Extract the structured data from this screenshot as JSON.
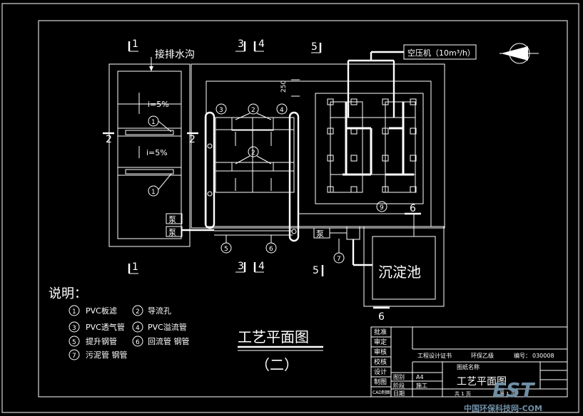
{
  "labels": {
    "drain_inlet": "接排水沟",
    "air_compressor": "空压机（10m³/h）",
    "sedimentation_tank": "沉淀池",
    "slope_top": "i=5%",
    "slope_mid": "i=5%",
    "pump_top": "泵",
    "pump_bottom": "泵",
    "pump_right": "泵",
    "dim_250": "250"
  },
  "section_marks": [
    "1",
    "1",
    "1",
    "1",
    "2",
    "2",
    "3",
    "3",
    "4",
    "4",
    "5",
    "5",
    "6",
    "6"
  ],
  "callouts": [
    "1",
    "1",
    "2",
    "2",
    "3",
    "4",
    "5",
    "6",
    "7",
    "9"
  ],
  "legend": {
    "title": "说明：",
    "items": [
      {
        "num": "1",
        "text": "PVC板滤"
      },
      {
        "num": "2",
        "text": "导流孔"
      },
      {
        "num": "3",
        "text": "PVC透气管"
      },
      {
        "num": "4",
        "text": "PVC溢流管"
      },
      {
        "num": "5",
        "text": "提升钢管"
      },
      {
        "num": "6",
        "text": "回流管 钢管"
      },
      {
        "num": "7",
        "text": "污泥管 钢管"
      }
    ]
  },
  "drawing_title": {
    "main": "工艺平面图",
    "sub": "（二）"
  },
  "title_block": {
    "left_col": [
      "批准",
      "审定",
      "审核",
      "校核",
      "设计",
      "制图",
      "CAD制图"
    ],
    "project": "工程设计证书",
    "grade": "环保乙级",
    "number_label": "编号：",
    "number": "030008",
    "drawing_name_label": "图纸名称",
    "drawing_name": "工艺平面图",
    "row_labels": [
      "图别",
      "阶段",
      "日期"
    ],
    "row_values": [
      "A4",
      "施工",
      ""
    ],
    "sheet": "共 1 页",
    "sheet2": "第 1 页"
  },
  "watermark": {
    "logo": "EST",
    "site": "中国环保科技网-COM"
  }
}
